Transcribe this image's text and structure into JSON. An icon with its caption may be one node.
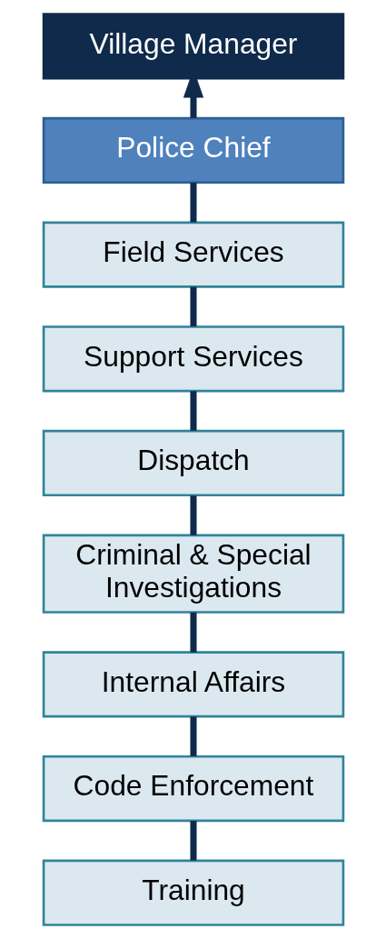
{
  "diagram": {
    "nodes": [
      {
        "text": [
          "Village Manager"
        ]
      },
      {
        "text": [
          "Police Chief"
        ]
      },
      {
        "text": [
          "Field Services"
        ]
      },
      {
        "text": [
          "Support Services"
        ]
      },
      {
        "text": [
          "Dispatch"
        ]
      },
      {
        "text": [
          "Criminal & Special Investigations"
        ]
      },
      {
        "text": [
          "Internal Affairs"
        ]
      },
      {
        "text": [
          "Code Enforcement"
        ]
      },
      {
        "text": [
          "Training"
        ]
      }
    ],
    "edges": [
      {
        "from": 1,
        "to": 0,
        "arrow": "to"
      },
      {
        "from": 2,
        "to": 1,
        "arrow": "none"
      },
      {
        "from": 3,
        "to": 2,
        "arrow": "none"
      },
      {
        "from": 4,
        "to": 3,
        "arrow": "none"
      },
      {
        "from": 5,
        "to": 4,
        "arrow": "none"
      },
      {
        "from": 6,
        "to": 5,
        "arrow": "none"
      },
      {
        "from": 7,
        "to": 6,
        "arrow": "none"
      },
      {
        "from": 8,
        "to": 7,
        "arrow": "none"
      }
    ]
  }
}
